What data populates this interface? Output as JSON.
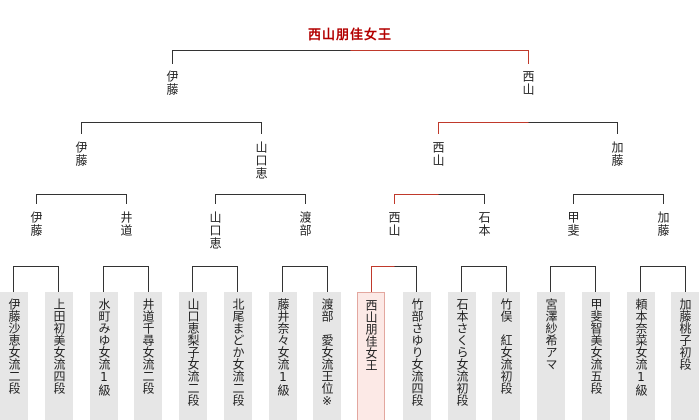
{
  "champion": "西山朋佳女王",
  "semifinal": [
    "伊藤",
    "西山"
  ],
  "quarterfinal": [
    "伊藤",
    "山口恵",
    "西山",
    "加藤"
  ],
  "round2": [
    "伊藤",
    "井道",
    "山口恵",
    "渡部",
    "西山",
    "石本",
    "甲斐",
    "加藤"
  ],
  "players": [
    "伊藤沙恵女流二段",
    "上田初美女流四段",
    "水町みゆ女流1級",
    "井道千尋女流二段",
    "山口恵梨子女流二段",
    "北尾まどか女流二段",
    "藤井奈々女流1級",
    "渡部　愛女流王位※",
    "西山朋佳女王",
    "竹部さゆり女流四段",
    "石本さくら女流初段",
    "竹俣　紅女流初段",
    "宮澤紗希アマ",
    "甲斐智美女流五段",
    "頼本奈菜女流1級",
    "加藤桃子初段"
  ],
  "colors": {
    "line": "#333333",
    "winner_line": "#c0392b",
    "champion_text": "#b30000"
  }
}
